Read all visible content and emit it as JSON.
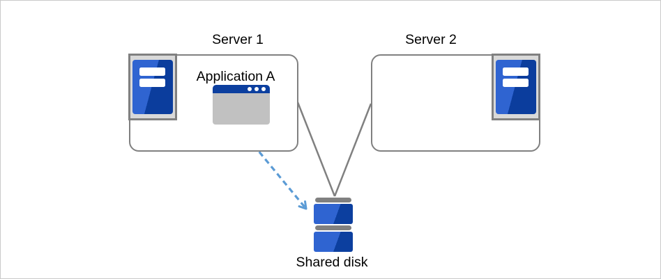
{
  "nodes": {
    "server1": {
      "label": "Server 1",
      "icon": "server-tower-icon"
    },
    "server2": {
      "label": "Server 2",
      "icon": "server-tower-icon"
    },
    "application": {
      "label": "Application A",
      "icon": "application-window-icon"
    },
    "shared_disk": {
      "label": "Shared disk",
      "icon": "stacked-disk-icon"
    }
  },
  "connections": [
    {
      "from": "server1",
      "to": "shared_disk",
      "style": "solid-line"
    },
    {
      "from": "server2",
      "to": "shared_disk",
      "style": "solid-line"
    },
    {
      "from": "application",
      "to": "shared_disk",
      "style": "dashed-arrow"
    }
  ],
  "colors": {
    "connector_gray": "#808080",
    "box_border_gray": "#808080",
    "icon_frame_gray": "#d9d9d9",
    "window_body_gray": "#c1c1c1",
    "blue_light": "#2f64d1",
    "blue_dark": "#0b3d9d",
    "titlebar_blue": "#0c3f9f",
    "arrow_blue": "#5b9bd5",
    "text": "#000000",
    "canvas_border": "#c9c9c9"
  }
}
